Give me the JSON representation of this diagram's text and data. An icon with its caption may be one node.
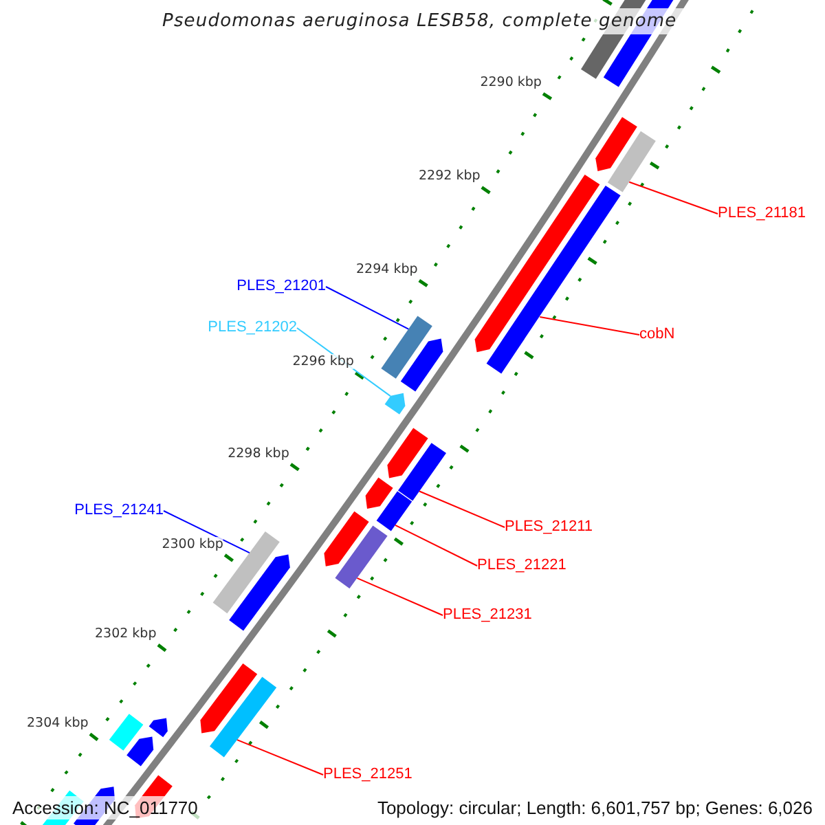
{
  "diagram": {
    "title": "Pseudomonas aeruginosa LESB58, complete genome",
    "nodes": [
      {
        "text": [
          "PLES_21181"
        ]
      },
      {
        "text": [],
        "shape": "bar"
      },
      {
        "text": [
          "cobN"
        ]
      },
      {
        "text": [],
        "shape": "bar"
      },
      {
        "text": [
          "PLES_21201"
        ]
      },
      {
        "text": [],
        "shape": "bar"
      },
      {
        "text": [
          "PLES_21202"
        ]
      },
      {
        "text": [],
        "shape": "arrow"
      },
      {
        "text": [
          "PLES_21211"
        ]
      },
      {
        "text": [],
        "shape": "bar"
      },
      {
        "text": [
          "PLES_21221"
        ]
      },
      {
        "text": [],
        "shape": "bar"
      },
      {
        "text": [
          "PLES_21231"
        ]
      },
      {
        "text": [],
        "shape": "bar"
      },
      {
        "text": [
          "PLES_21241"
        ]
      },
      {
        "text": [],
        "shape": "bar"
      },
      {
        "text": [
          "PLES_21251"
        ]
      },
      {
        "text": [],
        "shape": "bar"
      },
      {
        "text": [],
        "shape": "bar"
      },
      {
        "text": [],
        "shape": "bar"
      },
      {
        "text": [],
        "shape": "arrow"
      },
      {
        "text": [],
        "shape": "arrow"
      },
      {
        "text": [],
        "shape": "arrow"
      },
      {
        "text": [],
        "shape": "arrow"
      },
      {
        "text": [],
        "shape": "arrow"
      },
      {
        "text": [],
        "shape": "arrow"
      },
      {
        "text": [],
        "shape": "arrow"
      },
      {
        "text": [],
        "shape": "arrow"
      },
      {
        "text": [],
        "shape": "bar"
      },
      {
        "text": [],
        "shape": "arrow"
      },
      {
        "text": [],
        "shape": "arrow"
      },
      {
        "text": [],
        "shape": "bar"
      },
      {
        "text": [],
        "shape": "arrow"
      },
      {
        "text": [],
        "shape": "arrow"
      }
    ],
    "edges": [
      {
        "from": 0,
        "to": 1,
        "arrow": "none"
      },
      {
        "from": 2,
        "to": 3,
        "arrow": "none"
      },
      {
        "from": 4,
        "to": 5,
        "arrow": "none",
        "color": "#0000ff"
      },
      {
        "from": 6,
        "to": 7,
        "arrow": "none",
        "color": "#33ccff"
      },
      {
        "from": 8,
        "to": 9,
        "arrow": "none"
      },
      {
        "from": 10,
        "to": 11,
        "arrow": "none"
      },
      {
        "from": 12,
        "to": 13,
        "arrow": "none"
      },
      {
        "from": 14,
        "to": 15,
        "arrow": "none",
        "color": "#0000ff"
      },
      {
        "from": 16,
        "to": 17,
        "arrow": "none"
      }
    ],
    "labels": [
      "2290 kbp",
      "2292 kbp",
      "2294 kbp",
      "2296 kbp",
      "2298 kbp",
      "2300 kbp",
      "2302 kbp",
      "2304 kbp",
      "Accession: NC_011770",
      "Topology: circular; Length: 6,601,757 bp; Genes: 6,026"
    ]
  }
}
